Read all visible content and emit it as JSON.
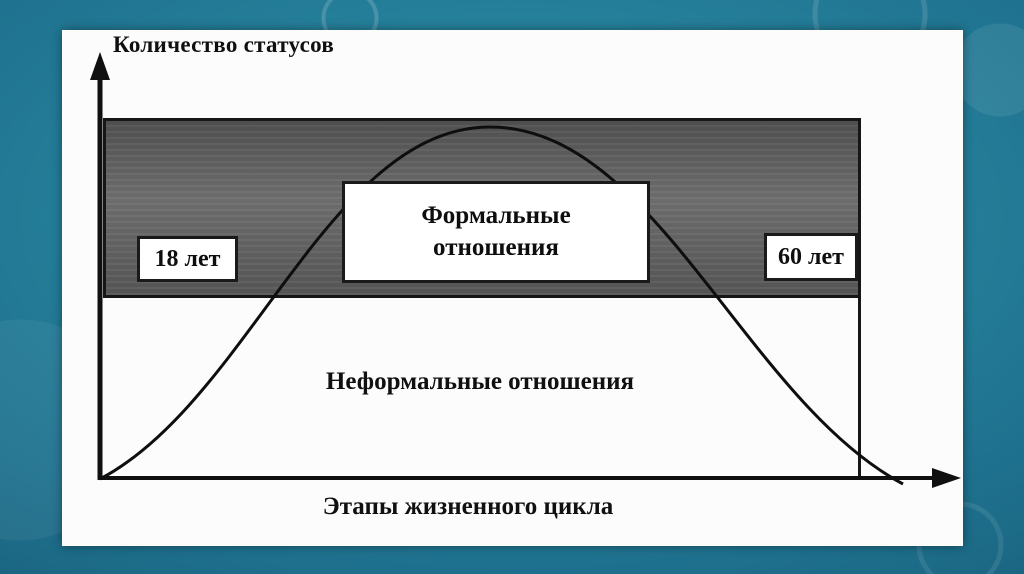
{
  "slide": {
    "y_axis_label": "Количество статусов",
    "x_axis_label": "Этапы жизненного цикла",
    "formal_label": "Формальные отношения",
    "informal_label": "Неформальные отношения",
    "age_left_label": "18 лет",
    "age_right_label": "60 лет",
    "curve_description": "Bell-shaped curve: number of statuses rises from birth, peaks at mid-life between 18 and 60 years, then declines",
    "regions": {
      "upper_band": "Формальные отношения (dark gray band between 18 and 60 years)",
      "lower_area": "Неформальные отношения (white area below band)"
    },
    "colors": {
      "background_teal": "#1f7390",
      "band_gray": "#585858",
      "ink": "#111111",
      "slide_white": "#fcfcfc"
    }
  }
}
